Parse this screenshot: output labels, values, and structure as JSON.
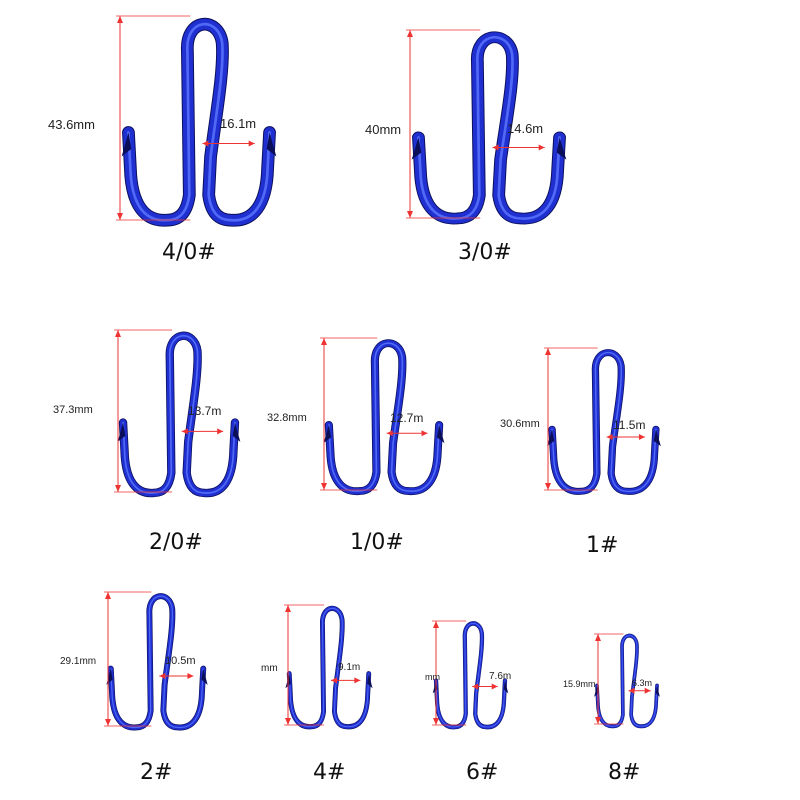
{
  "colors": {
    "hook": "#1f2fd0",
    "hook_dark": "#0b0f5a",
    "hook_light": "#5d78ff",
    "measure_line": "#ee3333"
  },
  "hooks": [
    {
      "size": "4/0#",
      "length": "43.6mm",
      "gap": "16.1m"
    },
    {
      "size": "3/0#",
      "length": "40mm",
      "gap": "14.6m"
    },
    {
      "size": "2/0#",
      "length": "37.3mm",
      "gap": "13.7m"
    },
    {
      "size": "1/0#",
      "length": "32.8mm",
      "gap": "12.7m"
    },
    {
      "size": "1#",
      "length": "30.6mm",
      "gap": "11.5m"
    },
    {
      "size": "2#",
      "length": "29.1mm",
      "gap": "10.5m"
    },
    {
      "size": "4#",
      "length": "mm",
      "gap": "9.1m"
    },
    {
      "size": "6#",
      "length": "mm",
      "gap": "7.6m"
    },
    {
      "size": "8#",
      "length": "15.9mm",
      "gap": "6.3m"
    }
  ]
}
